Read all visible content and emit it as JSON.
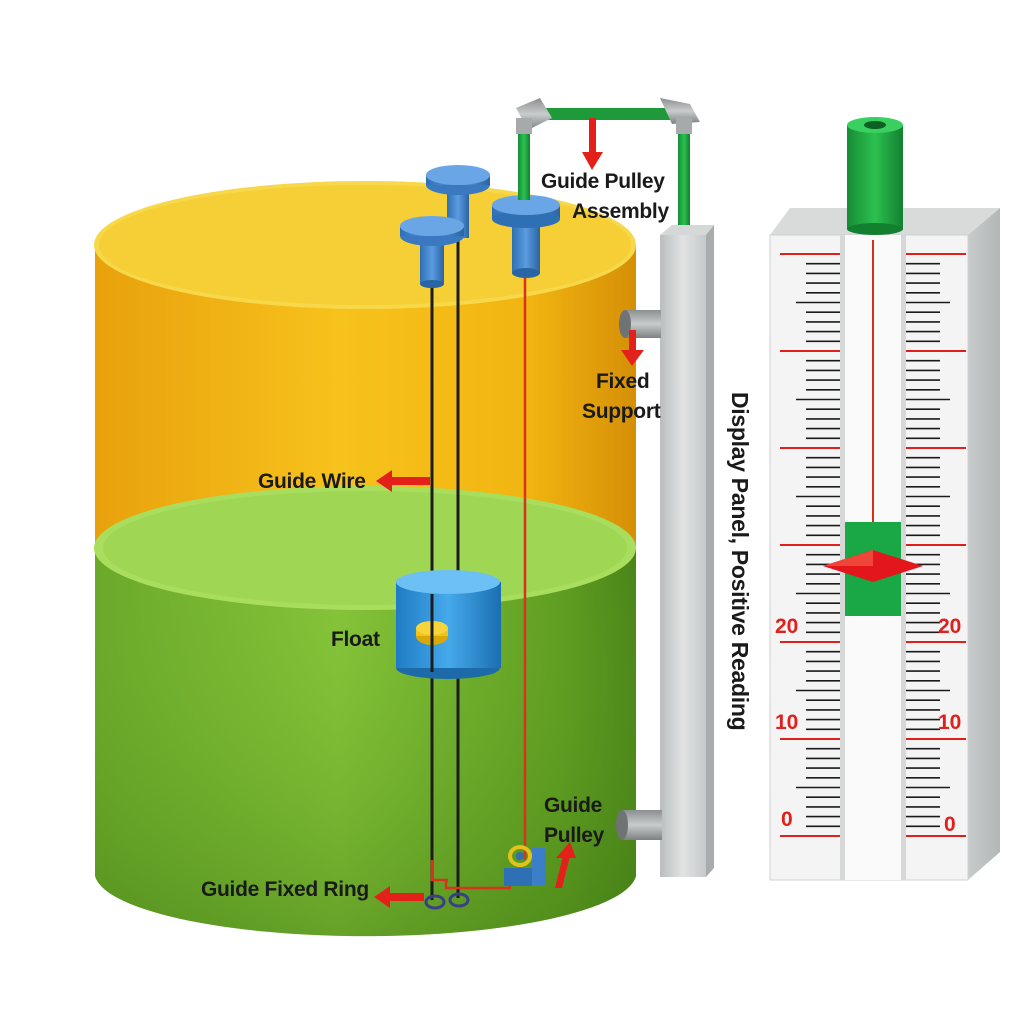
{
  "labels": {
    "guide_pulley_assembly_line1": "Guide Pulley",
    "guide_pulley_assembly_line2": "Assembly",
    "fixed_support_line1": "Fixed",
    "fixed_support_line2": "Support",
    "guide_wire": "Guide Wire",
    "float": "Float",
    "guide_pulley_line1": "Guide",
    "guide_pulley_line2": "Pulley",
    "guide_fixed_ring": "Guide Fixed Ring",
    "display_panel": "Display Panel, Positive Reading"
  },
  "scale": {
    "left_numbers": [
      "20",
      "10",
      "0"
    ],
    "right_numbers": [
      "20",
      "10",
      "0"
    ]
  },
  "colors": {
    "tank_top": "#f4c51e",
    "tank_liquid": "#7cc43a",
    "float": "#2a8fd6",
    "pulley": "#3a78c0",
    "pipe_green": "#1f9a3a",
    "arrow_red": "#e4201b",
    "scale_red": "#e0201c"
  }
}
